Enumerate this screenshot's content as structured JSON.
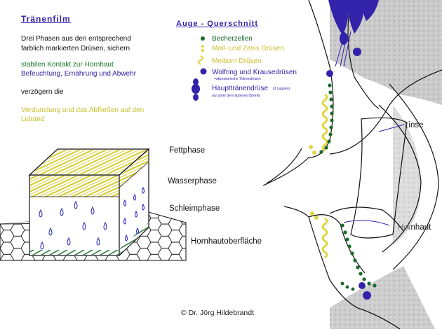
{
  "colors": {
    "blue": "#3322aa",
    "yellow": "#d6cc36",
    "green": "#1a6a2a",
    "grey": "#cfcfcf"
  },
  "left_text": {
    "title": "Tränenfilm",
    "intro": [
      "Drei Phasen aus den entsprechend",
      "farblich markierten Drüsen, sichern"
    ],
    "green_lines": [
      "stabilen Kontakt zur Hornhaut"
    ],
    "blue_lines": [
      "Befeuchtung, Ernährung und Abwehr"
    ],
    "middle": "verzögern die",
    "yellow_lines": [
      "Verdunstung und das Abfließen auf den",
      "Lidrand"
    ]
  },
  "legend": {
    "header": "Auge - Querschnitt",
    "items": [
      {
        "label": "Becherzellen"
      },
      {
        "label": "Moll- und Zeiss Drüsen"
      },
      {
        "label": "Meibom Drüsen"
      },
      {
        "label": "Wolfring und Krausedrüsen",
        "sub": "=akzessorische Tränendrüsen"
      },
      {
        "label": "Haupttränendrüse",
        "note": "(2 Lappen)",
        "sub": "nur unter dem äußeren Oberlid"
      }
    ]
  },
  "phases": {
    "fett": "Fettphase",
    "wasser": "Wasserphase",
    "schleim": "Schleimphase",
    "hornhaut": "Hornhautoberfläche"
  },
  "eye_labels": {
    "linse": "Linse",
    "hornhaut": "Hornhaut"
  },
  "copyright": "© Dr. Jörg Hildebrandt"
}
